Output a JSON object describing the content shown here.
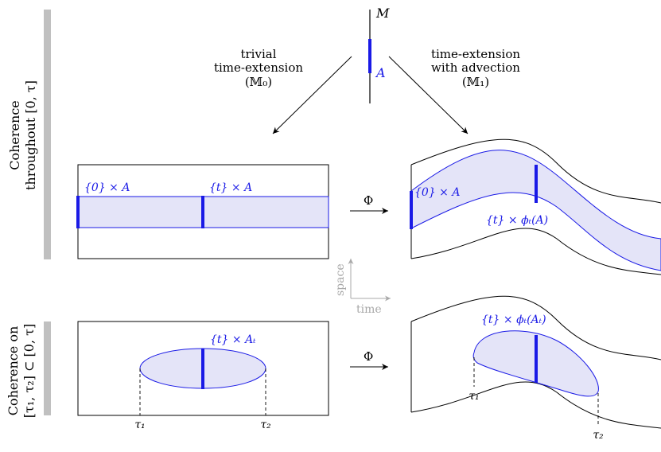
{
  "labels": {
    "M": "M",
    "A": "A",
    "trivial_l1": "trivial",
    "trivial_l2": "time-extension",
    "trivial_l3": "(𝕄₀)",
    "advect_l1": "time-extension",
    "advect_l2": "with advection",
    "advect_l3": "(𝕄₁)",
    "phi_top": "Φ",
    "phi_bottom": "Φ",
    "set_0A_left": "{0} × A",
    "set_tA_left": "{t} × A",
    "set_0A_right": "{0} × A",
    "set_tphiA": "{t} × ϕₜ(A)",
    "set_tAt": "{t} × Aₜ",
    "set_tphiAt": "{t} × ϕₜ(Aₜ)",
    "tau1_left": "τ₁",
    "tau2_left": "τ₂",
    "tau1_right": "τ₁",
    "tau2_right": "τ₂",
    "space": "space",
    "time": "time",
    "side_top_l1": "Coherence",
    "side_top_l2": "throughout [0, τ]",
    "side_bot_l1": "Coherence on",
    "side_bot_l2": "[τ₁, τ₂] ⊂ [0, τ]"
  },
  "colors": {
    "blue": "#1a1ae6",
    "fill": "#e4e4f8",
    "gray": "#a8a8a8",
    "black": "#000000"
  }
}
